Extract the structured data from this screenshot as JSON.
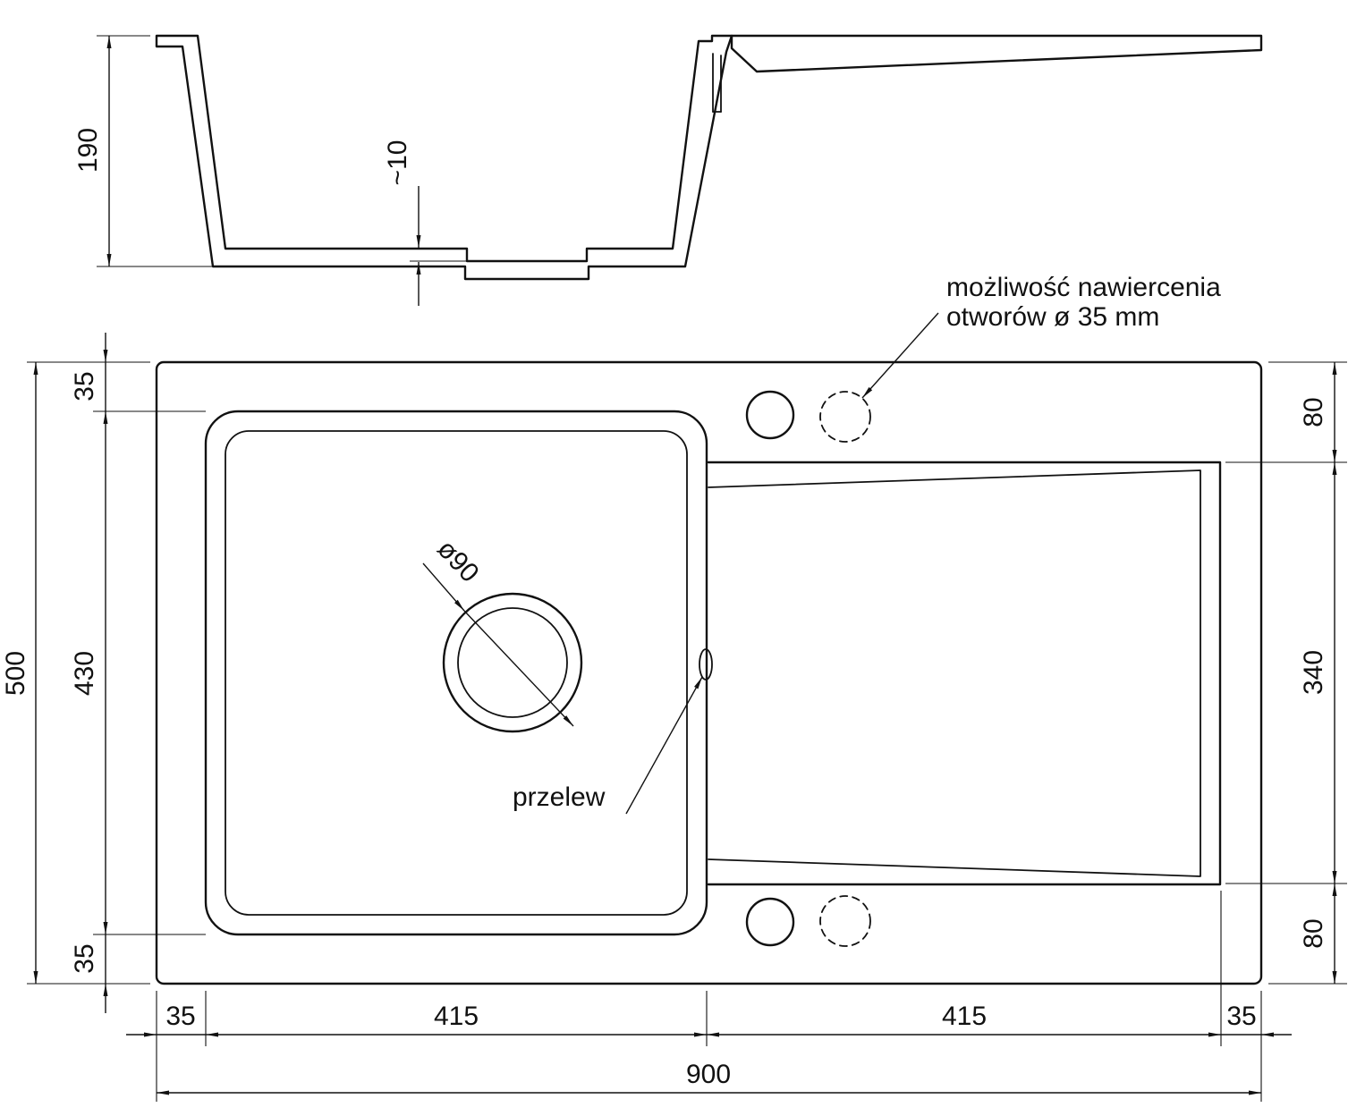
{
  "drawing": {
    "section_view": {
      "depth": "190",
      "bottom_step": "~10"
    },
    "plan_view": {
      "drain_diameter": "ø90",
      "overflow_label": "przelew",
      "drill_note_line1": "możliwość nawiercenia",
      "drill_note_line2": "otworów ø 35 mm"
    },
    "dims": {
      "overall_width": "900",
      "overall_depth": "500",
      "left_margin_top": "35",
      "bowl_length": "430",
      "left_margin_bottom": "35",
      "right_margin_top": "80",
      "drainer_length": "340",
      "right_margin_bottom": "80",
      "bottom_margin_left": "35",
      "bowl_width": "415",
      "drainer_width": "415",
      "bottom_margin_right": "35"
    },
    "colors": {
      "line": "#111111",
      "background": "#ffffff"
    }
  }
}
